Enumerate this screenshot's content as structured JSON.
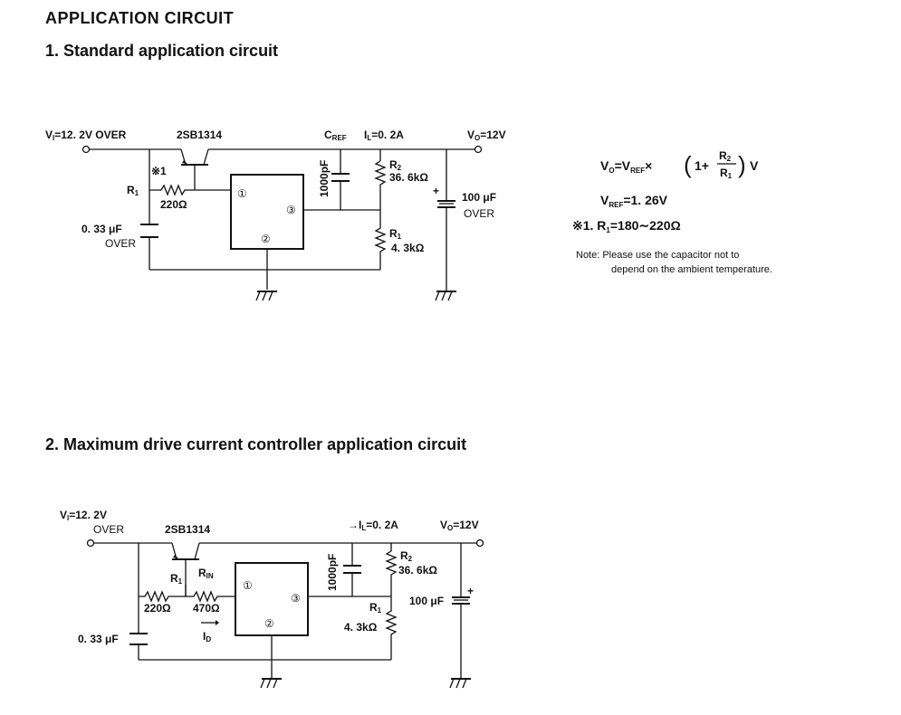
{
  "header": {
    "title": "APPLICATION CIRCUIT",
    "section1": "1.  Standard application circuit",
    "section2": "2.  Maximum drive current controller application circuit"
  },
  "circuit1": {
    "vin": "V",
    "vin_sub": "I",
    "vin_val": "=12. 2V OVER",
    "transistor": "2SB1314",
    "mark": "※1",
    "r1": "R",
    "r1_sub": "1",
    "r_base": "220Ω",
    "cin_val": "0. 33 μF",
    "cin_over": "OVER",
    "cref": "C",
    "cref_sub": "REF",
    "il": "I",
    "il_sub": "L",
    "il_val": "=0. 2A",
    "vo": "V",
    "vo_sub": "O",
    "vo_val": "=12V",
    "c1000": "1000pF",
    "r2": "R",
    "r2_sub": "2",
    "r2_val": "36. 6kΩ",
    "r1b": "R",
    "r1b_sub": "1",
    "r1_val": "4. 3kΩ",
    "cout_val": "100 μF",
    "cout_over": "OVER",
    "pin1": "①",
    "pin2": "②",
    "pin3": "③"
  },
  "formulas": {
    "vo": "V",
    "vo_sub": "O",
    "eq": "=V",
    "ref_sub": "REF",
    "times": "×",
    "one_plus": "1+",
    "r2": "R",
    "r2_sub": "2",
    "r1": "R",
    "r1_sub": "1",
    "unit": "V",
    "vref": "V",
    "vref_sub": "REF",
    "vref_val": "=1. 26V",
    "mark_line": "※1. R",
    "mark_sub": "1",
    "mark_val": "=180∼220Ω",
    "note_line1": "Note: Please use the capacitor not to",
    "note_line2": "depend on the ambient temperature."
  },
  "circuit2": {
    "vin": "V",
    "vin_sub": "I",
    "vin_val": "=12. 2V",
    "vin_over": "OVER",
    "transistor": "2SB1314",
    "r1": "R",
    "r1_sub": "1",
    "rin": "R",
    "rin_sub": "IN",
    "r1_val": "220Ω",
    "rin_val": "470Ω",
    "id": "I",
    "id_sub": "D",
    "cin_val": "0. 33 μF",
    "il": "→I",
    "il_sub": "L",
    "il_val": "=0. 2A",
    "vo": "V",
    "vo_sub": "O",
    "vo_val": "=12V",
    "c1000": "1000pF",
    "r2": "R",
    "r2_sub": "2",
    "r2_val": "36. 6kΩ",
    "r1b": "R",
    "r1b_sub": "1",
    "r1b_val": "4. 3kΩ",
    "cout_val": "100 μF",
    "pin1": "①",
    "pin2": "②",
    "pin3": "③"
  }
}
